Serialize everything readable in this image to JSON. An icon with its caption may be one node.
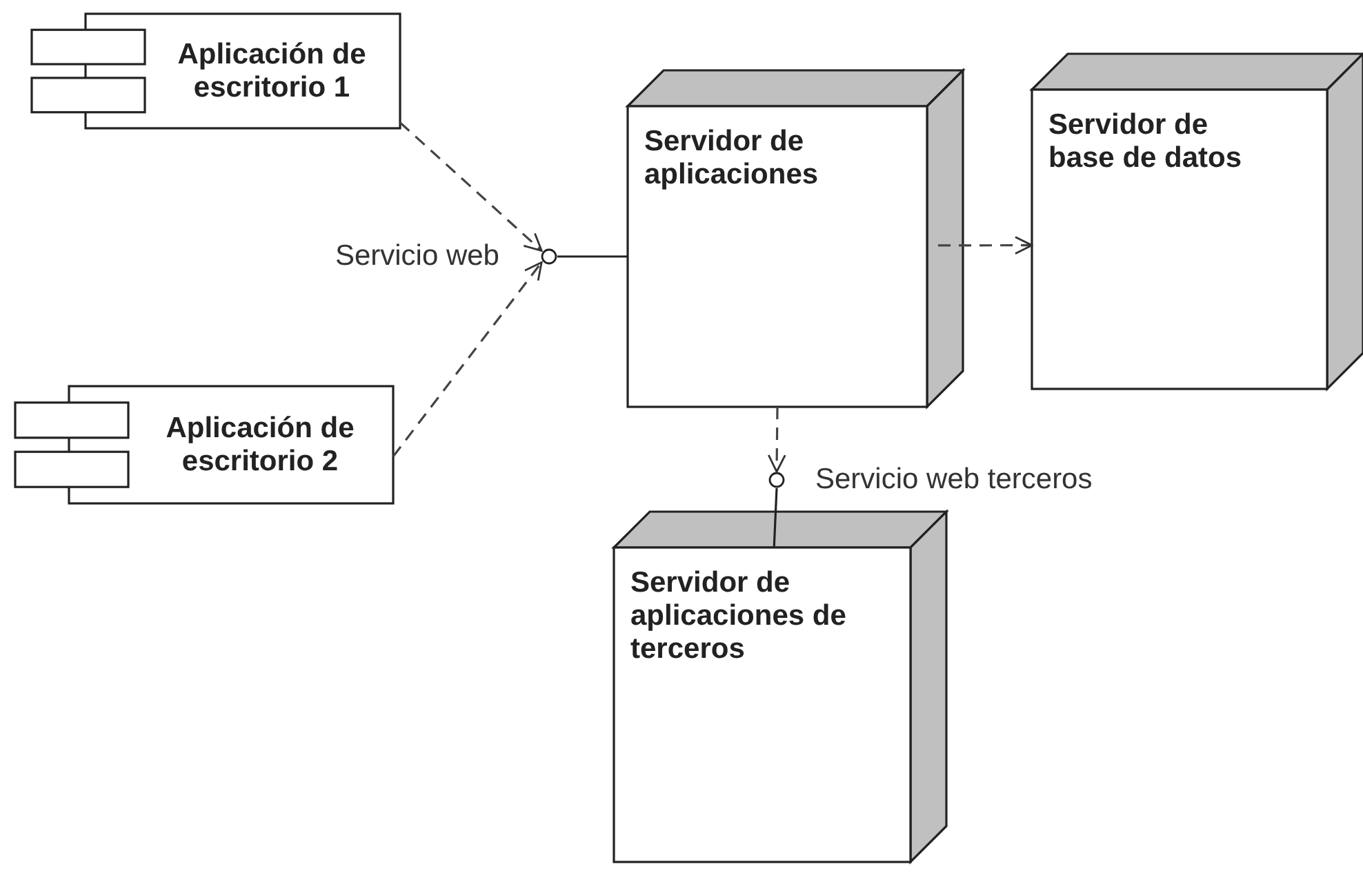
{
  "diagram": {
    "nodes": [
      {
        "text": [
          "Aplicación de escritorio 1"
        ]
      },
      {
        "text": [
          "Aplicación de escritorio 2"
        ]
      },
      {
        "text": [
          "Servidor de aplicaciones"
        ]
      },
      {
        "text": [
          "Servidor de base de datos"
        ]
      },
      {
        "text": [
          "Servidor de aplicaciones de terceros"
        ]
      },
      {
        "text": [],
        "shape": "circle",
        "beside": [
          "Servicio web"
        ]
      },
      {
        "text": [],
        "shape": "circle",
        "beside": [
          "Servicio web terceros"
        ]
      }
    ],
    "edges": [
      {
        "from": 0,
        "to": 5,
        "arrow": "to",
        "style": "dashed"
      },
      {
        "from": 1,
        "to": 5,
        "arrow": "to",
        "style": "dashed"
      },
      {
        "from": 2,
        "to": 5,
        "arrow": "none"
      },
      {
        "from": 2,
        "to": 3,
        "arrow": "to",
        "style": "dashed"
      },
      {
        "from": 2,
        "to": 6,
        "arrow": "to",
        "style": "dashed"
      },
      {
        "from": 4,
        "to": 6,
        "arrow": "none"
      }
    ]
  }
}
